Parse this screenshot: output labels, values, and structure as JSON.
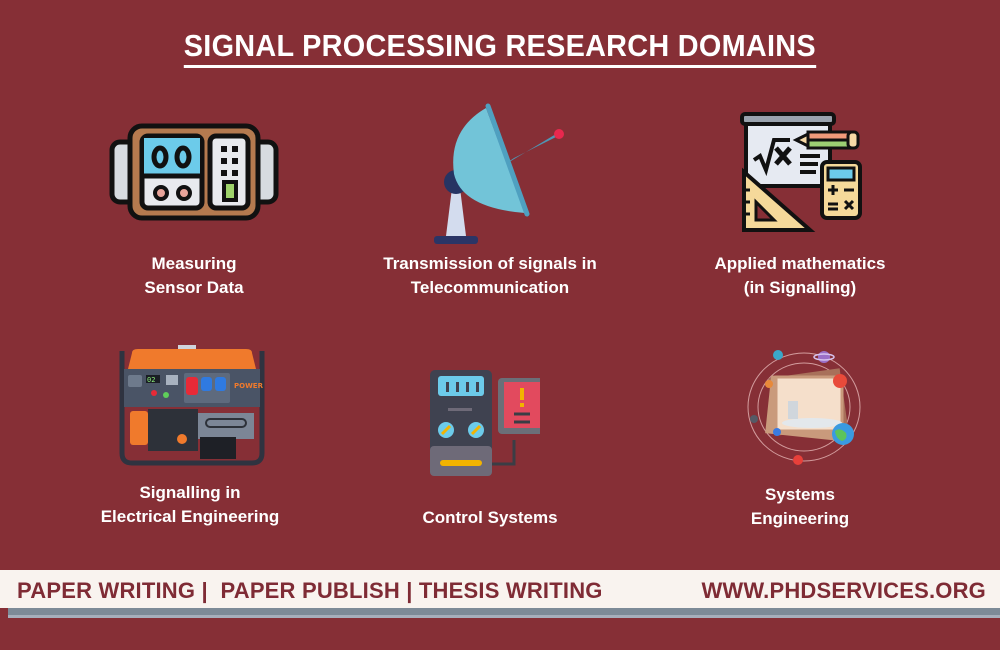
{
  "title": "SIGNAL PROCESSING RESEARCH DOMAINS",
  "colors": {
    "background": "#862f36",
    "text": "#ffffff",
    "banner_bg": "#f9f3ef",
    "banner_text": "#7f2b35",
    "banner_shadow": "#7d8a97"
  },
  "domains": [
    {
      "label": "Measuring\nSensor Data",
      "icon": "sensor-meter-icon"
    },
    {
      "label": "Transmission of signals in\nTelecommunication",
      "icon": "satellite-dish-icon"
    },
    {
      "label": "Applied mathematics\n(in Signalling)",
      "icon": "math-board-calculator-icon"
    },
    {
      "label": "Signalling in\nElectrical Engineering",
      "icon": "power-generator-icon"
    },
    {
      "label": "Control  Systems",
      "icon": "control-panel-icon"
    },
    {
      "label": "Systems\nEngineering",
      "icon": "planetary-system-icon"
    }
  ],
  "banner": {
    "services": "PAPER WRITING |  PAPER PUBLISH | THESIS WRITING",
    "website": "WWW.PHDSERVICES.ORG"
  },
  "generator_panel_text": "POWER",
  "generator_display": "02"
}
